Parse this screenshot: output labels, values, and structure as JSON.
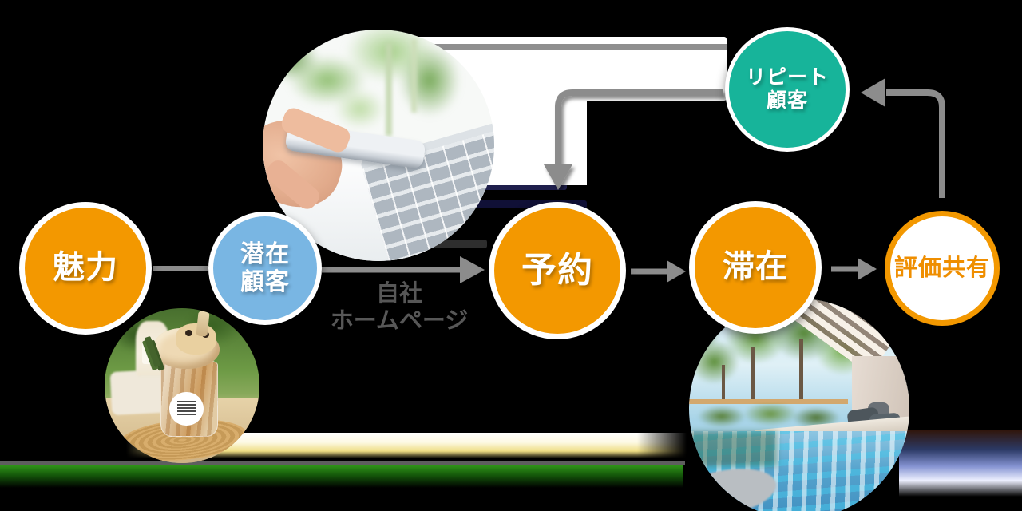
{
  "nodes": {
    "miryoku": {
      "label": "魅力"
    },
    "senzai": {
      "lines": [
        "潜在",
        "顧客"
      ]
    },
    "yoyaku": {
      "label": "予約"
    },
    "taizai": {
      "label": "滞在"
    },
    "hyouka": {
      "label": "評価共有"
    },
    "repeat": {
      "lines": [
        "リピート",
        "顧客"
      ]
    }
  },
  "edge_label": {
    "lines": [
      "自社",
      "ホームページ"
    ]
  },
  "photos": {
    "laptop": {
      "alt": "hand holding smartphone over laptop keyboard"
    },
    "parfait": {
      "alt": "soft-serve dessert cup on wooden coaster"
    },
    "onsen": {
      "alt": "open-air hot spring bath with trees"
    }
  },
  "colors": {
    "node_orange": "#F39800",
    "node_blue": "#79B6E3",
    "node_teal": "#17B49A",
    "eval_text_orange": "#EF8E00",
    "arrow_gray": "#8C8C8C",
    "edge_label_gray": "#575757",
    "node_text_white": "#FFFFFF",
    "background": "#000000"
  }
}
